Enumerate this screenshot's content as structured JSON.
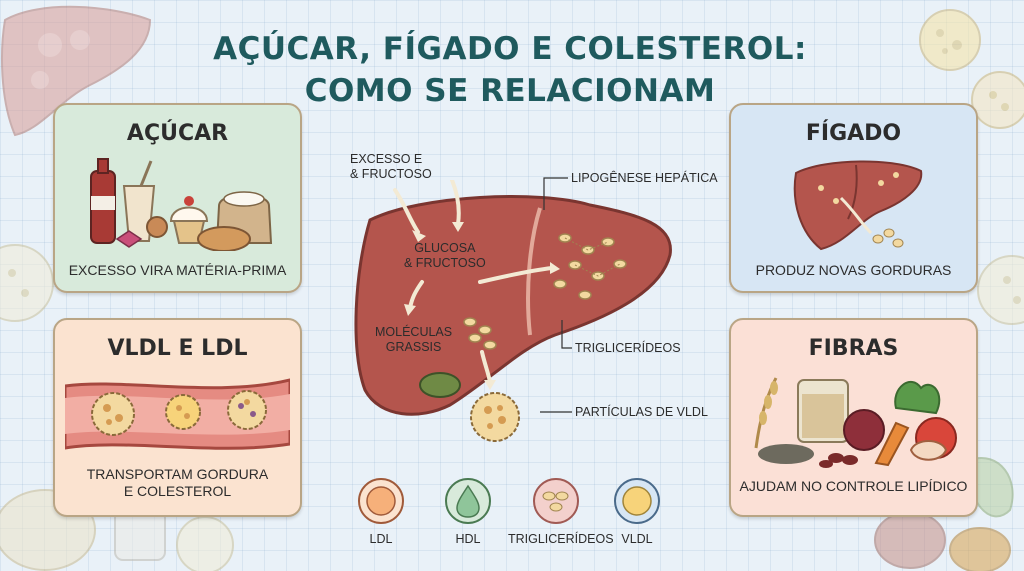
{
  "title": {
    "line1": "AÇÚCAR, FÍGADO E COLESTEROL:",
    "line2": "COMO SE RELACIONAM"
  },
  "cards": {
    "sugar": {
      "title": "AÇÚCAR",
      "caption": "EXCESSO VIRA MATÉRIA-PRIMA",
      "color": "#d8eadb"
    },
    "liver": {
      "title": "FÍGADO",
      "caption": "PRODUZ NOVAS GORDURAS",
      "color": "#d7e6f4"
    },
    "vldl_ldl": {
      "title": "VLDL E LDL",
      "caption_line1": "TRANSPORTAM GORDURA",
      "caption_line2": "E COLESTEROL",
      "color": "#fbe3d0"
    },
    "fibers": {
      "title": "FIBRAS",
      "caption": "AJUDAM NO CONTROLE LIPÍDICO",
      "color": "#fbe0d6"
    }
  },
  "diagram": {
    "excess_line1": "EXCESSO E",
    "excess_line2": "& FRUCTOSO",
    "glucose_line1": "GLUCOSA",
    "glucose_line2": "& FRUCTOSO",
    "molecules_line1": "MOLÉCULAS",
    "molecules_line2": "GRASSIS",
    "lipogenesis": "LIPOGÊNESE HEPÁTICA",
    "triglycerides": "TRIGLICERÍDEOS",
    "vldl_particles": "PARTÍCULAS DE VLDL"
  },
  "legend": [
    {
      "label": "LDL",
      "icon": "ldl-icon",
      "color": "#f6b07a"
    },
    {
      "label": "HDL",
      "icon": "hdl-icon",
      "color": "#8fc59a"
    },
    {
      "label": "TRIGLICERÍDEOS",
      "icon": "triglyceride-icon",
      "color": "#e8b9b2"
    },
    {
      "label": "VLDL",
      "icon": "vldl-icon",
      "color": "#f7d37a"
    }
  ],
  "colors": {
    "title": "#1f5a5e",
    "liver": "#b4554d",
    "liver_dark": "#8e3c36",
    "fat": "#f3d9a0"
  }
}
